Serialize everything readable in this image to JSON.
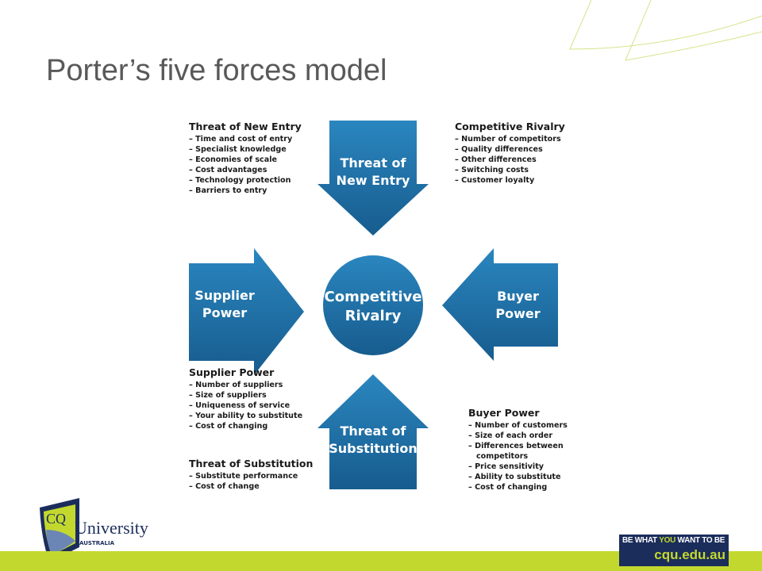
{
  "slide": {
    "title": "Porter’s five forces model"
  },
  "diagram": {
    "center": "Competitive Rivalry",
    "arrows": {
      "top": [
        "Threat of",
        "New Entry"
      ],
      "left": [
        "Supplier",
        "Power"
      ],
      "right": [
        "Buyer",
        "Power"
      ],
      "bottom": [
        "Threat of",
        "Substitution"
      ]
    },
    "blocks": {
      "new_entry": {
        "heading": "Threat of New Entry",
        "items": [
          "Time and cost of entry",
          "Specialist knowledge",
          "Economies of scale",
          "Cost advantages",
          "Technology protection",
          "Barriers to entry"
        ]
      },
      "rivalry": {
        "heading": "Competitive Rivalry",
        "items": [
          "Number of competitors",
          "Quality differences",
          "Other differences",
          "Switching costs",
          "Customer loyalty"
        ]
      },
      "supplier": {
        "heading": "Supplier Power",
        "items": [
          "Number of suppliers",
          "Size of suppliers",
          "Uniqueness of service",
          "Your ability to substitute",
          "Cost of changing"
        ]
      },
      "substitution": {
        "heading": "Threat of Substitution",
        "items": [
          "Substitute performance",
          "Cost of change"
        ]
      },
      "buyer": {
        "heading": "Buyer Power",
        "items": [
          "Number of customers",
          "Size of each order",
          "Differences between",
          "competitors",
          "Price sensitivity",
          "Ability to substitute",
          "Cost of changing"
        ]
      }
    }
  },
  "footer": {
    "logo_cq": "CQ",
    "logo_university": "University",
    "logo_australia": "AUSTRALIA",
    "badge_be": "BE WHAT ",
    "badge_you": "YOU",
    "badge_want": " WANT TO BE",
    "badge_url": "cqu.edu.au"
  },
  "colors": {
    "blue": "#1f6fa6",
    "green": "#c3d82e",
    "navy": "#1b2d5b"
  }
}
